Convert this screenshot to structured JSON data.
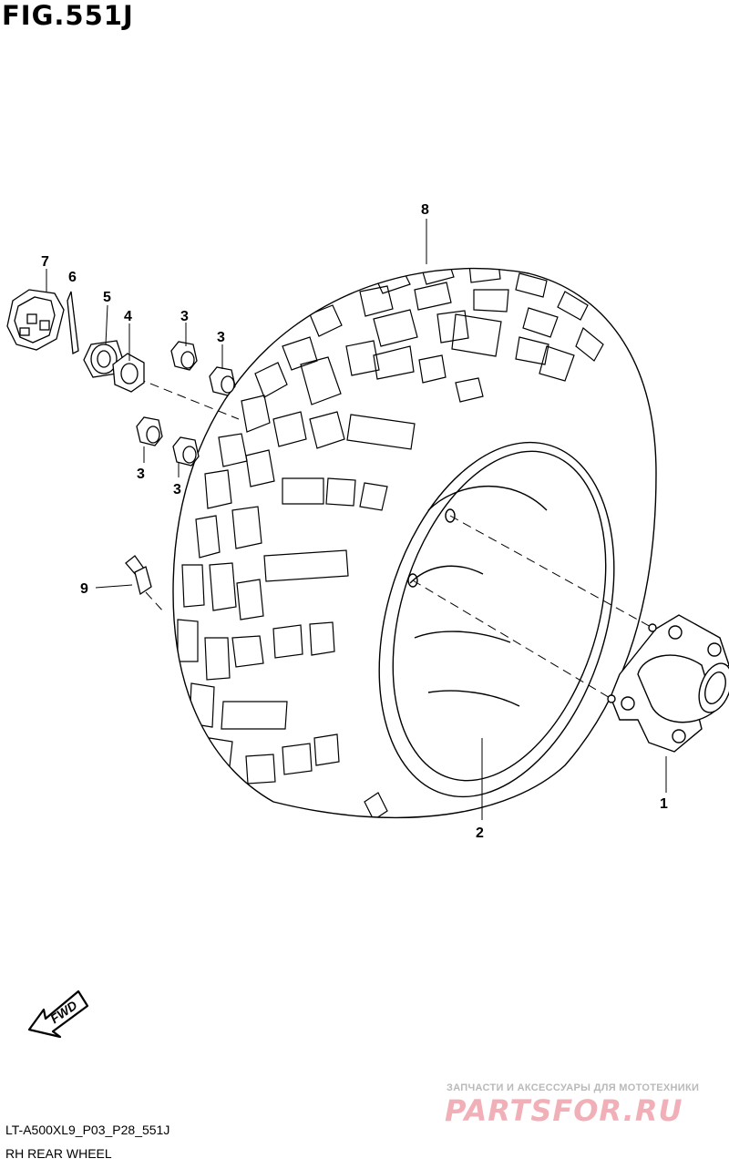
{
  "figure": {
    "title": "FIG.551J",
    "code": "LT-A500XL9_P03_P28_551J",
    "caption": "RH REAR WHEEL"
  },
  "callouts": [
    "1",
    "2",
    "3",
    "3",
    "3",
    "3",
    "4",
    "5",
    "6",
    "7",
    "8",
    "9"
  ],
  "direction_label": "FWD",
  "watermark": {
    "line": "ЗАПЧАСТИ И АКСЕССУАРЫ ДЛЯ МОТОТЕХНИКИ",
    "brand": "PARTSFOR.RU"
  }
}
